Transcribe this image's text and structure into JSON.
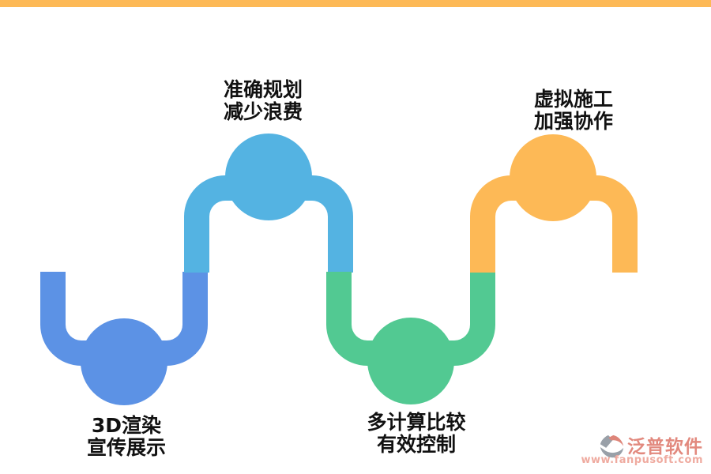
{
  "page": {
    "background": "#FFFFFF"
  },
  "diagram": {
    "type": "serpentine-process-timeline",
    "baseline_color": "#FDB956",
    "label_color": "#111111",
    "steps": [
      {
        "position": "bottom-left",
        "shape": "u-loop-below-line",
        "color": "#5C92E5",
        "label": [
          "3D渲染",
          "宣传展示"
        ]
      },
      {
        "position": "top-left",
        "shape": "arch-above-line",
        "color": "#54B3E2",
        "label": [
          "准确规划",
          "减少浪费"
        ]
      },
      {
        "position": "bottom-middle",
        "shape": "u-loop-below-line",
        "color": "#52C992",
        "label": [
          "多计算比较",
          "有效控制"
        ]
      },
      {
        "position": "top-right",
        "shape": "arch-above-line",
        "color": "#FDB956",
        "label": [
          "虚拟施工",
          "加强协作"
        ]
      }
    ]
  },
  "watermark": {
    "brand": "泛普软件",
    "url": "www.fanpusoft.com",
    "brand_color": "#E2897E",
    "url_color": "#EFABA0",
    "logo_gray": "#99A0A8",
    "logo_salmon": "#DE8579"
  }
}
